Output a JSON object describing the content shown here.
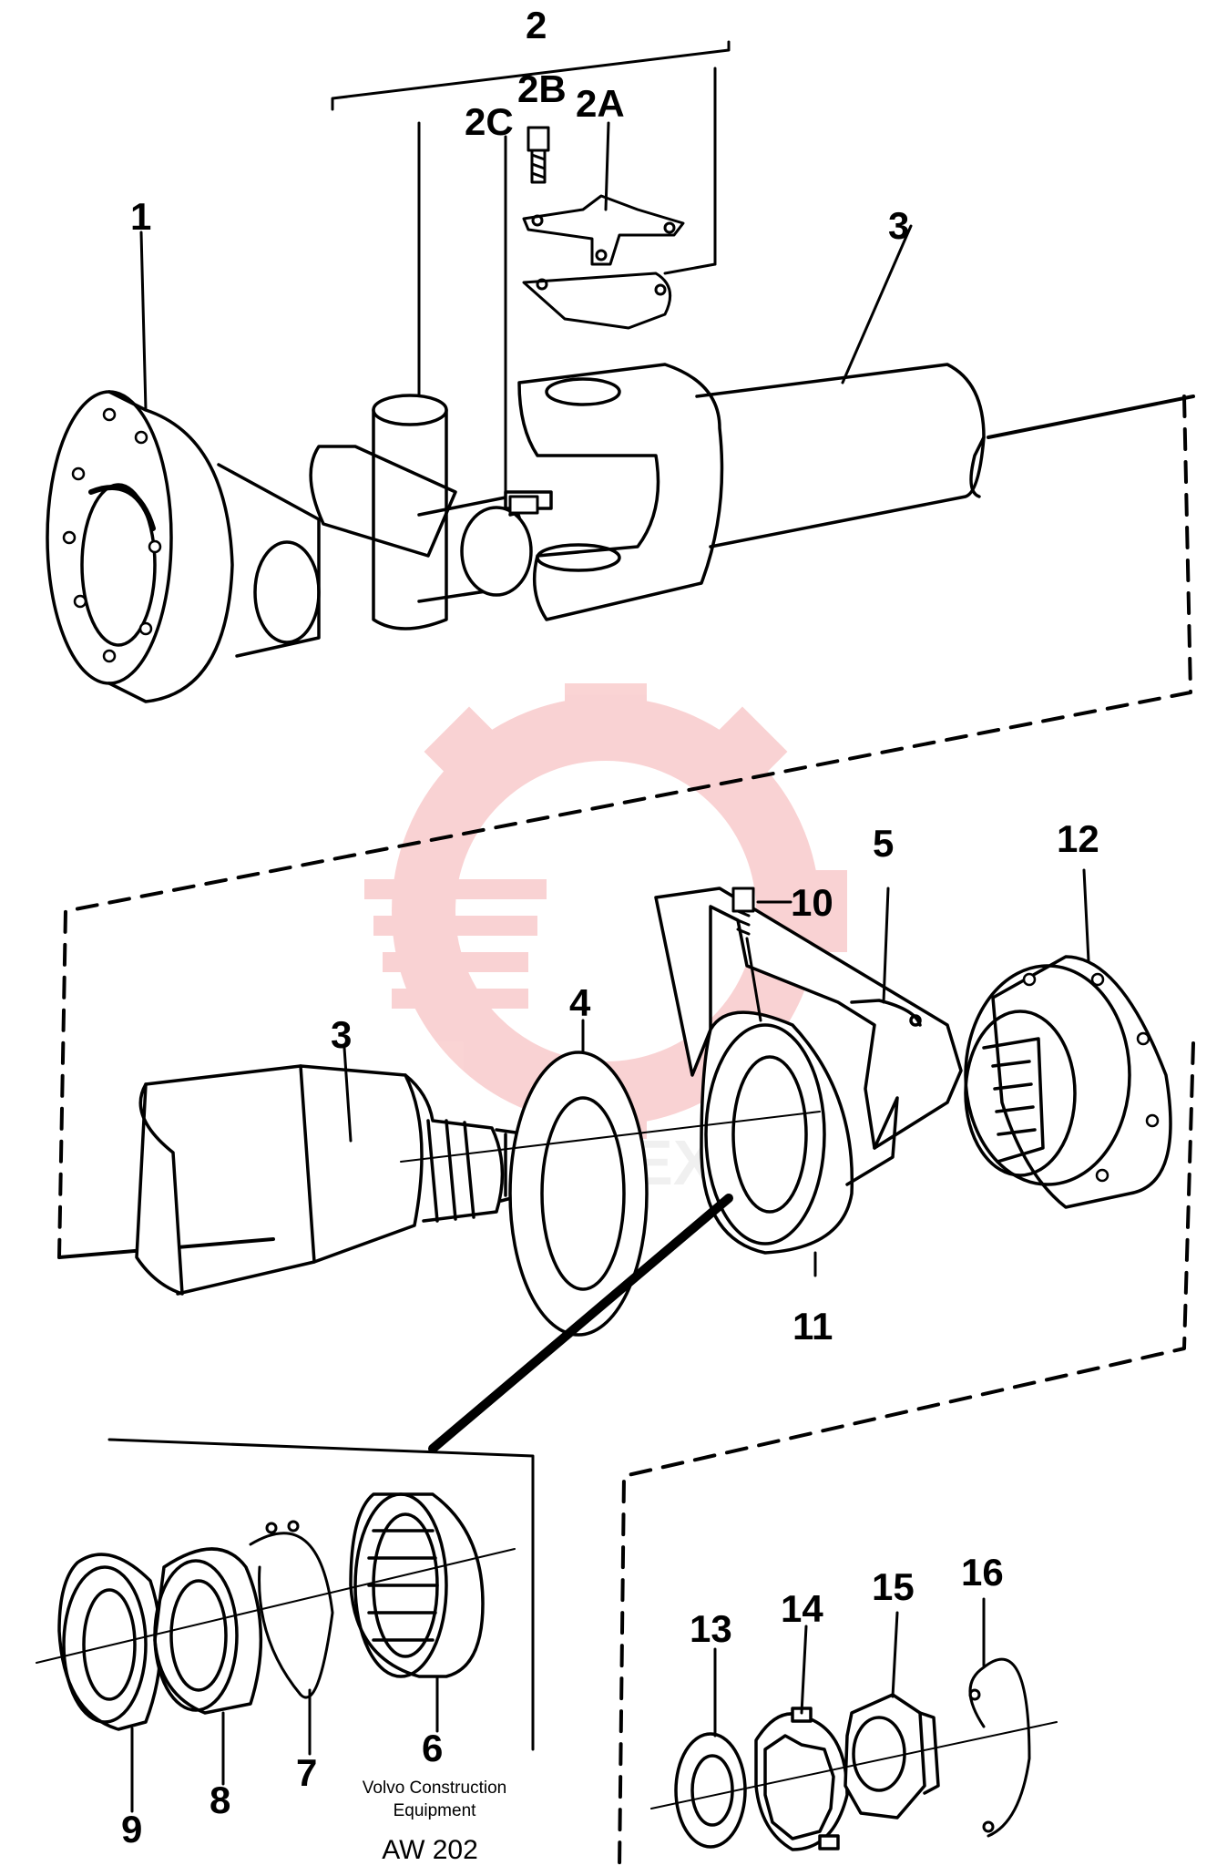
{
  "callouts": {
    "n1": "1",
    "n2": "2",
    "n2a": "2A",
    "n2b": "2B",
    "n2c": "2C",
    "n3_top": "3",
    "n3_mid": "3",
    "n4": "4",
    "n5": "5",
    "n6": "6",
    "n7": "7",
    "n8": "8",
    "n9": "9",
    "n10": "10",
    "n11": "11",
    "n12": "12",
    "n13": "13",
    "n14": "14",
    "n15": "15",
    "n16": "16"
  },
  "credit": {
    "line1": "Volvo Construction",
    "line2": "Equipment",
    "code": "AW 202"
  },
  "watermark": {
    "text": "ITEX",
    "color": "#e8393a"
  }
}
